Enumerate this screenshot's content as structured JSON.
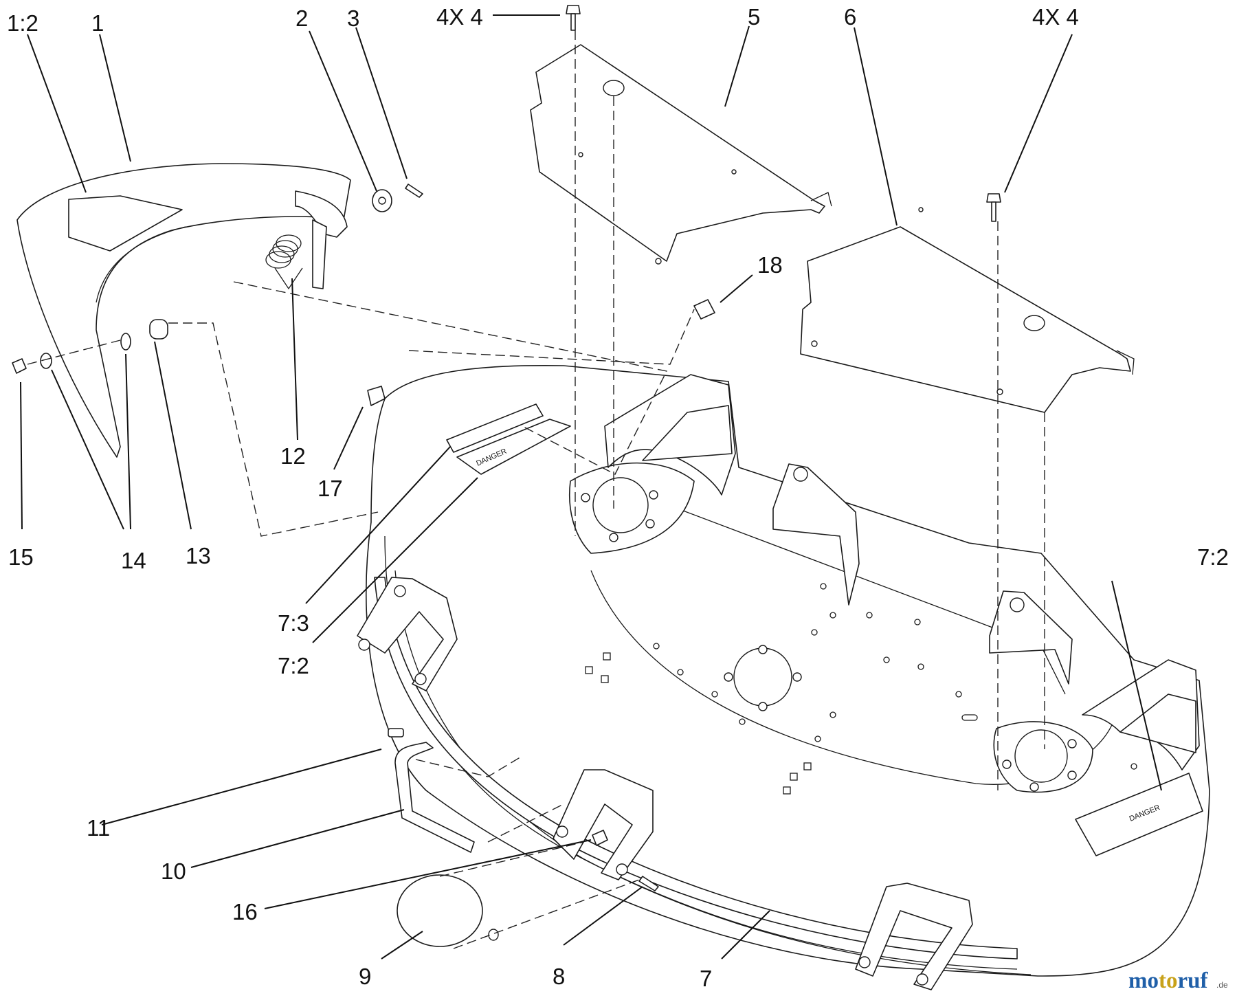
{
  "callouts": [
    {
      "id": "c_1_2",
      "text": "1:2"
    },
    {
      "id": "c_1",
      "text": "1"
    },
    {
      "id": "c_2",
      "text": "2"
    },
    {
      "id": "c_3",
      "text": "3"
    },
    {
      "id": "c_4x4_left",
      "text": "4X 4"
    },
    {
      "id": "c_5",
      "text": "5"
    },
    {
      "id": "c_6",
      "text": "6"
    },
    {
      "id": "c_4x4_right",
      "text": "4X 4"
    },
    {
      "id": "c_18",
      "text": "18"
    },
    {
      "id": "c_12",
      "text": "12"
    },
    {
      "id": "c_17",
      "text": "17"
    },
    {
      "id": "c_15",
      "text": "15"
    },
    {
      "id": "c_14",
      "text": "14"
    },
    {
      "id": "c_13",
      "text": "13"
    },
    {
      "id": "c_7_3",
      "text": "7:3"
    },
    {
      "id": "c_7_2_left",
      "text": "7:2"
    },
    {
      "id": "c_7_2_right",
      "text": "7:2"
    },
    {
      "id": "c_11",
      "text": "11"
    },
    {
      "id": "c_10",
      "text": "10"
    },
    {
      "id": "c_16",
      "text": "16"
    },
    {
      "id": "c_9",
      "text": "9"
    },
    {
      "id": "c_8",
      "text": "8"
    },
    {
      "id": "c_7",
      "text": "7"
    }
  ],
  "decals": {
    "danger_right": "DANGER",
    "danger_left": "DANGER"
  },
  "watermark": {
    "brand_main": "motoruf",
    "brand_suffix": ".de",
    "colors": {
      "mo": "#1f5fa8",
      "to": "#c8a21a",
      "ruf": "#1f5fa8"
    }
  }
}
